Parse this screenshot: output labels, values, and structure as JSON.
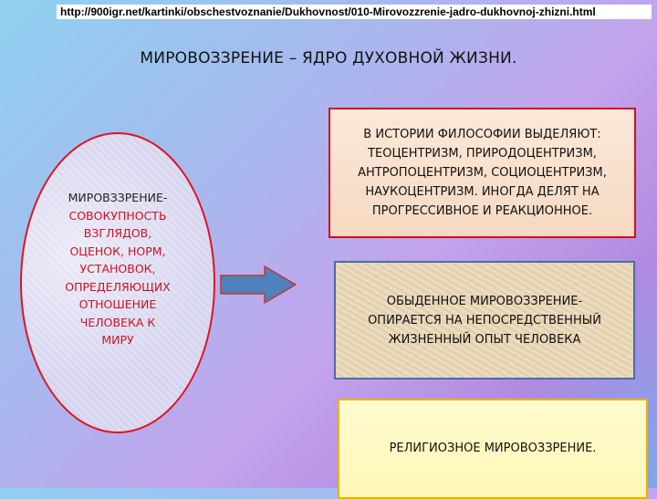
{
  "url": "http://900igr.net/kartinki/obschestvoznanie/Dukhovnost/010-Mirovozzrenie-jadro-dukhovnoj-zhizni.html",
  "title": "МИРОВОЗЗРЕНИЕ – ЯДРО ДУХОВНОЙ ЖИЗНИ.",
  "definition": {
    "term": "МИРОВЗЗРЕНИЕ-",
    "lines": [
      "СОВОКУПНОСТЬ",
      "ВЗГЛЯДОВ,",
      "ОЦЕНОК, НОРМ,",
      "УСТАНОВОК,",
      "ОПРЕДЕЛЯЮЩИХ",
      "ОТНОШЕНИЕ",
      "ЧЕЛОВЕКА К",
      "МИРУ"
    ]
  },
  "boxes": {
    "history": [
      "В ИСТОРИИ ФИЛОСОФИИ ВЫДЕЛЯЮТ:",
      "ТЕОЦЕНТРИЗМ, ПРИРОДОЦЕНТРИЗМ,",
      "АНТРОПОЦЕНТРИЗМ, СОЦИОЦЕНТРИЗМ,",
      "НАУКОЦЕНТРИЗМ. ИНОГДА ДЕЛЯТ НА",
      "ПРОГРЕССИВНОЕ И РЕАКЦИОННОЕ."
    ],
    "ordinary": [
      "ОБЫДЕННОЕ МИРОВОЗЗРЕНИЕ-",
      "ОПИРАЕТСЯ НА НЕПОСРЕДСТВЕННЫЙ",
      "ЖИЗНЕННЫЙ ОПЫТ ЧЕЛОВЕКА"
    ],
    "religious": [
      "РЕЛИГИОЗНОЕ МИРОВОЗЗРЕНИЕ."
    ]
  },
  "colors": {
    "accent_red": "#d01020",
    "arrow_fill": "#4f81bd",
    "arrow_stroke": "#c0392b"
  }
}
